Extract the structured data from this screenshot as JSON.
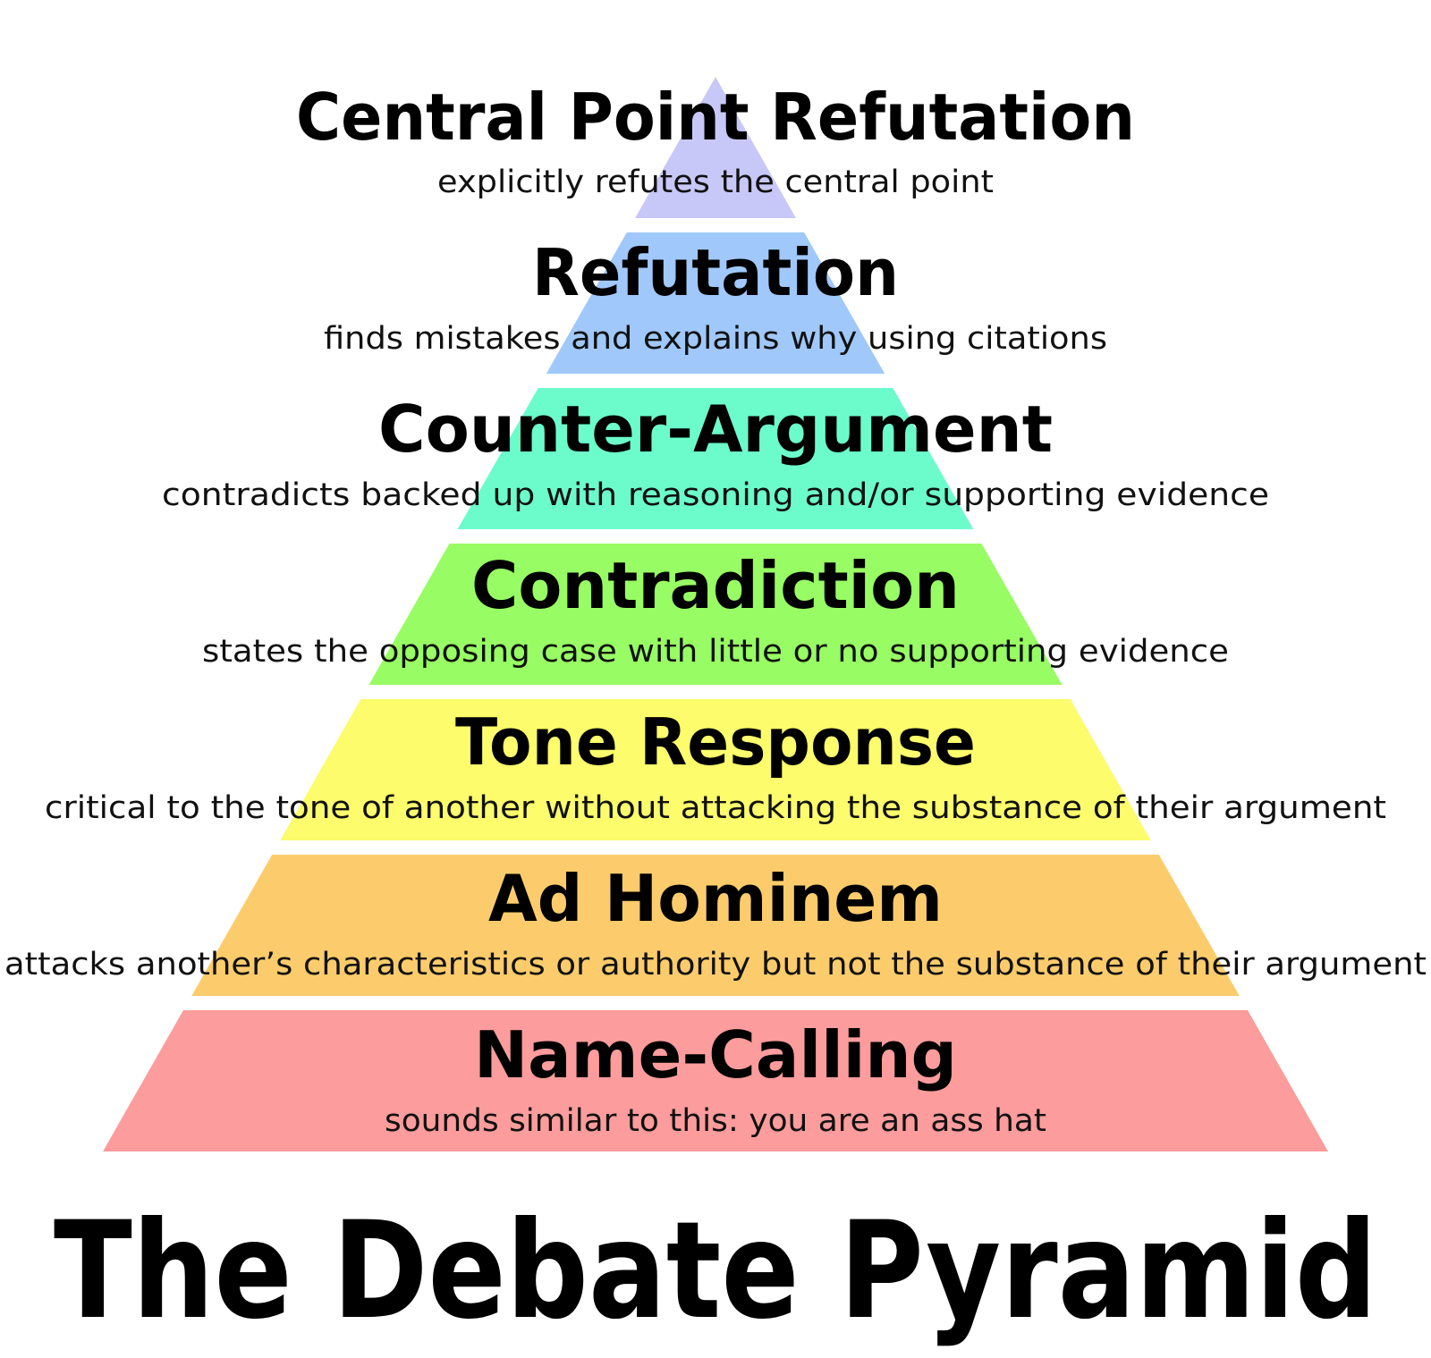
{
  "title": "The Debate Pyramid",
  "tiers": [
    {
      "title": "Central Point Refutation",
      "description": "explicitly refutes the central point",
      "color": "#c8c8f8"
    },
    {
      "title": "Refutation",
      "description": "finds mistakes and explains why using citations",
      "color": "#a0c8fa"
    },
    {
      "title": "Counter-Argument",
      "description": "contradicts backed up with reasoning and/or supporting evidence",
      "color": "#6cfccc"
    },
    {
      "title": "Contradiction",
      "description": "states the opposing case with little or no supporting evidence",
      "color": "#98fc64"
    },
    {
      "title": "Tone Response",
      "description": "critical to the tone of another without attacking the substance of their argument",
      "color": "#fcfc6c"
    },
    {
      "title": "Ad Hominem",
      "description": "attacks another’s characteristics or authority but not the substance of their argument",
      "color": "#fccc6c"
    },
    {
      "title": "Name-Calling",
      "description": "sounds similar to this: you are an ass hat",
      "color": "#fc9c9c"
    }
  ]
}
